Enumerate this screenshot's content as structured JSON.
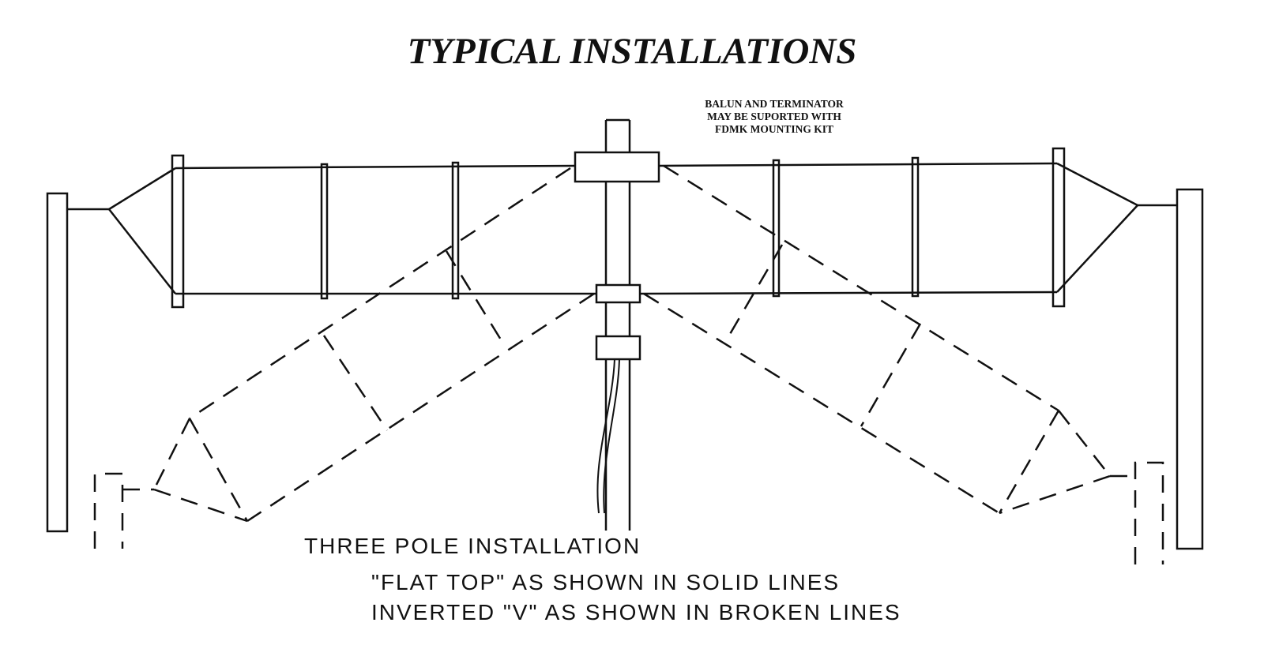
{
  "title": "TYPICAL INSTALLATIONS",
  "note": [
    "BALUN AND TERMINATOR",
    "MAY BE SUPORTED WITH",
    "FDMK MOUNTING KIT"
  ],
  "caption": {
    "heading": "THREE POLE INSTALLATION",
    "line1": "\"FLAT TOP\" AS SHOWN IN SOLID LINES",
    "line2": "INVERTED \"V\" AS SHOWN IN BROKEN LINES"
  }
}
